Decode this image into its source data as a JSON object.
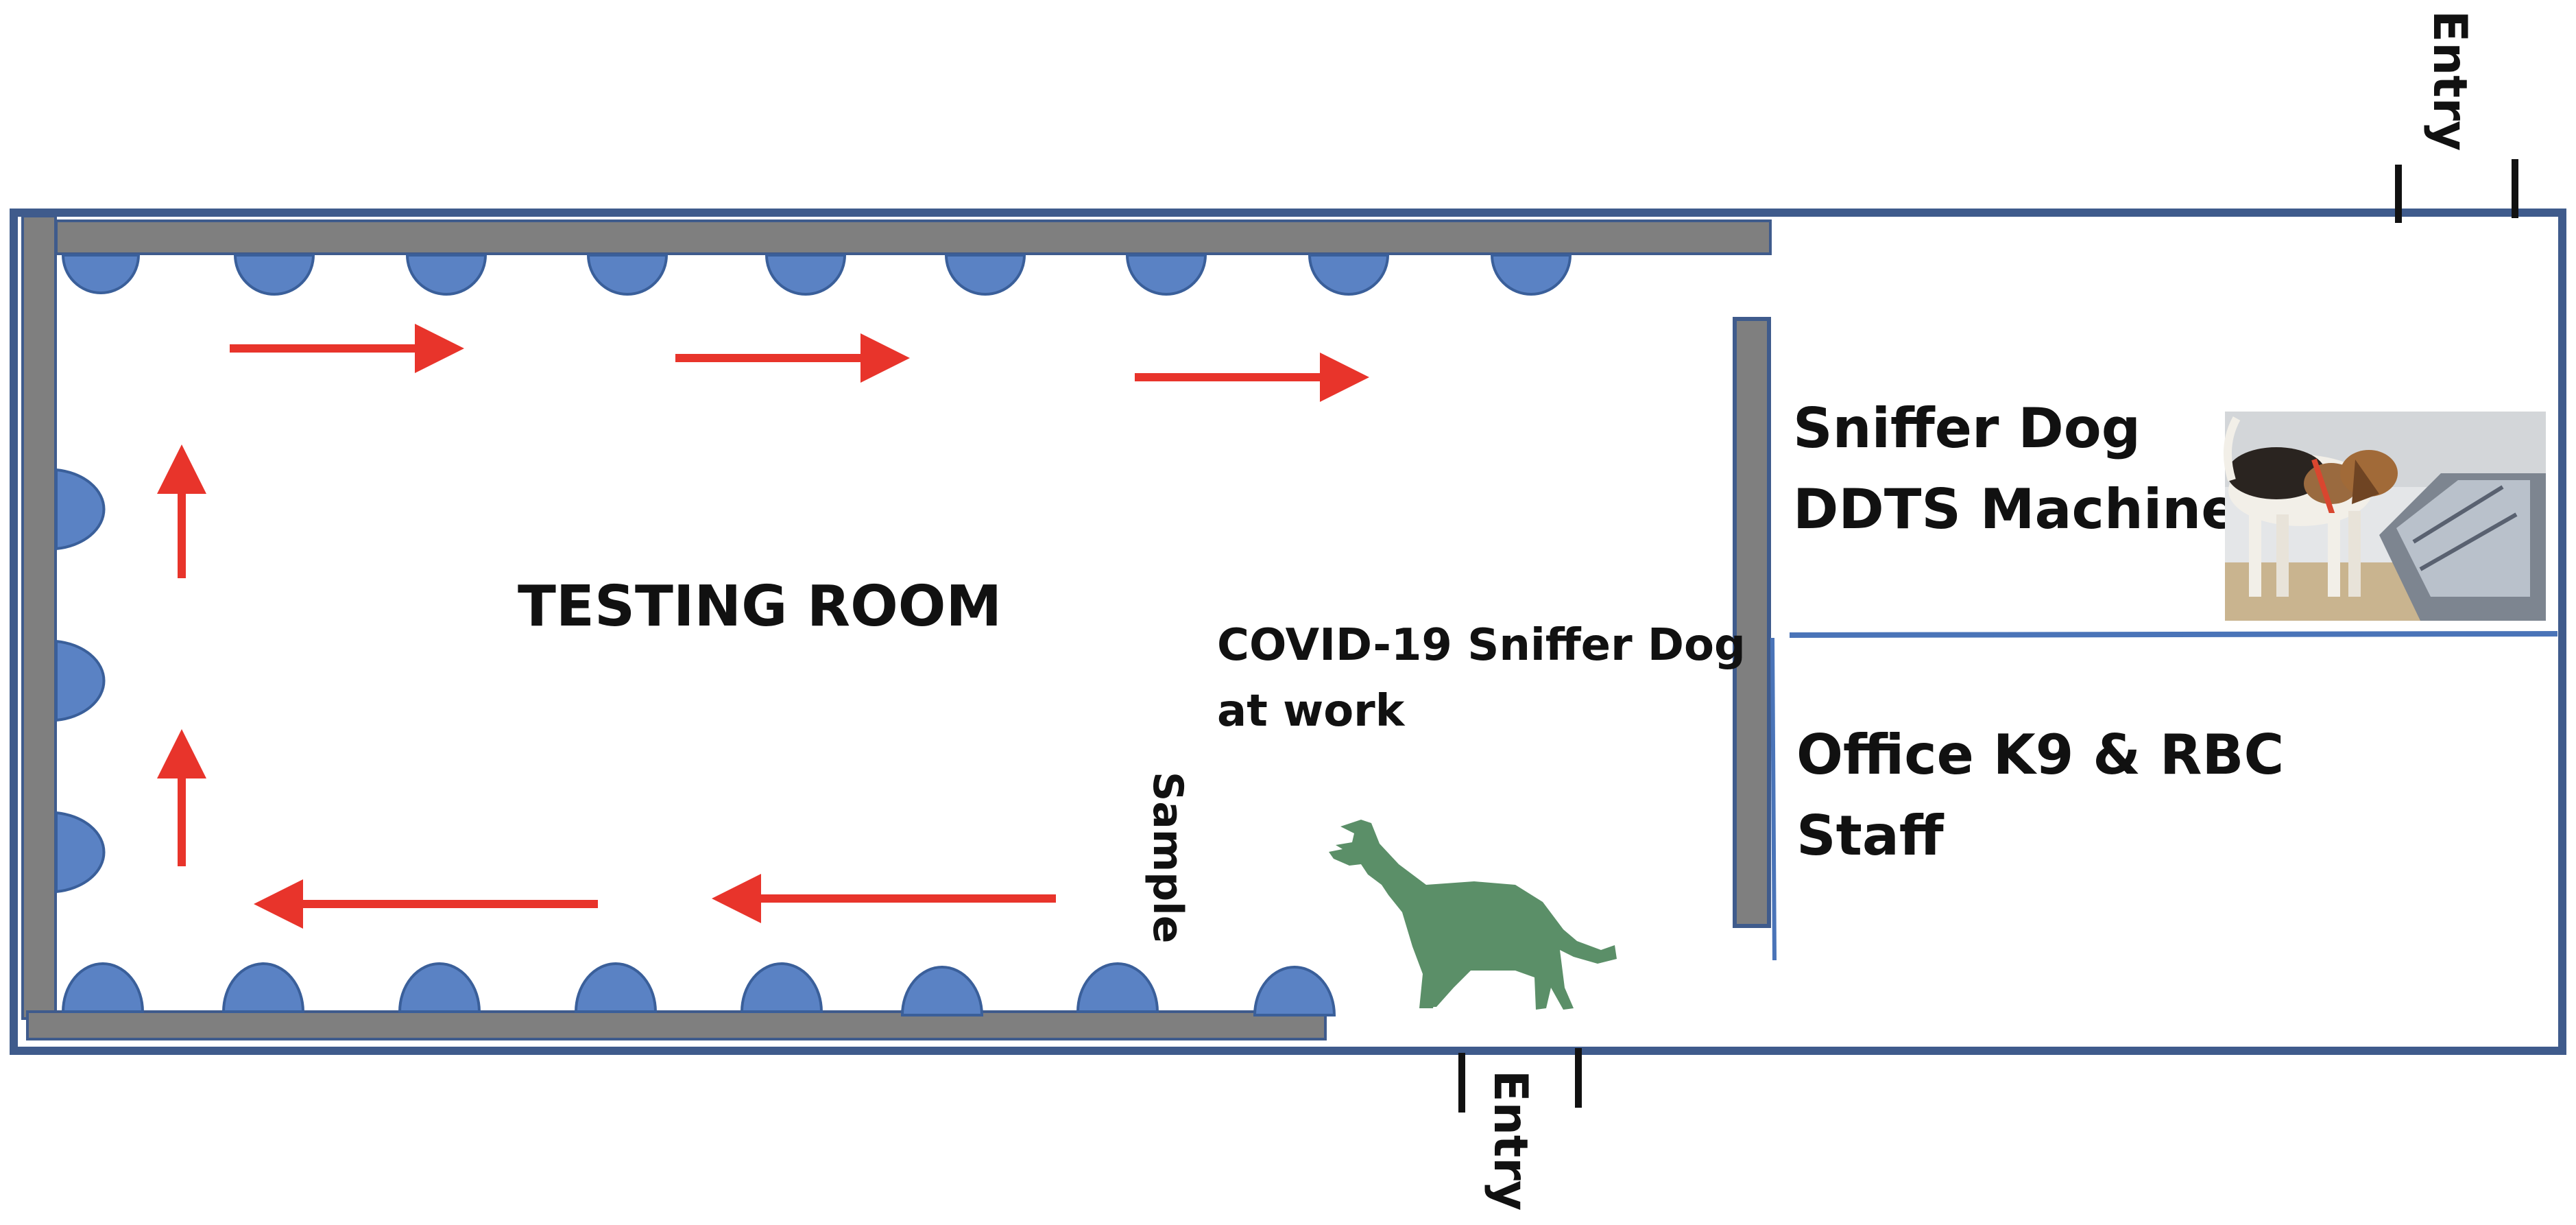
{
  "labels": {
    "testing_room": "TESTING ROOM",
    "covid_dog_line1": "COVID-19 Sniffer Dog",
    "covid_dog_line2": "at work",
    "sniffer_line1": "Sniffer Dog",
    "sniffer_line2": "DDTS Machine",
    "office_line1": "Office K9 & RBC",
    "office_line2": "Staff",
    "sample": "Sample",
    "entry_top": "Entry",
    "entry_bottom": "Entry"
  },
  "colors": {
    "room_outline": "#3f5b8c",
    "station_fill": "#5a82c4",
    "station_stroke": "#3a5f9a",
    "bench": "#7f7f7f",
    "arrow": "#e8342b",
    "dog": "#5b8f68",
    "divider": "#4a74b8"
  },
  "icons": {
    "dog": "german-shepherd-silhouette-icon",
    "photo": "beagle-sniffing-machine-photo"
  },
  "stations": {
    "top_row_count": 9,
    "left_column_count": 3,
    "bottom_row_count": 8
  }
}
